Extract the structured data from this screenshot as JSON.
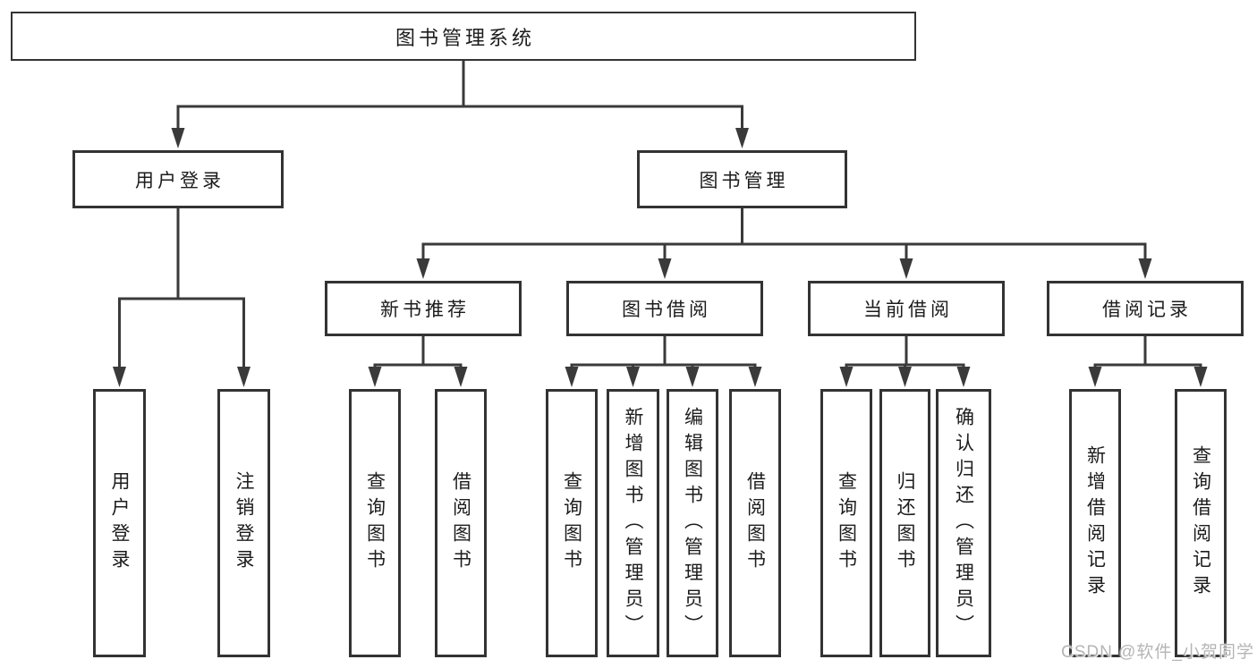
{
  "page": {
    "background": "#ffffff"
  },
  "colors": {
    "line": "#3a3a3a",
    "box_border": "#333333",
    "text": "#1c1c1c",
    "watermark": "#b5b5b5"
  },
  "tree": {
    "label": "图书管理系统",
    "children": [
      {
        "label": "用户登录",
        "children": [
          {
            "label": "用户登录"
          },
          {
            "label": "注销登录"
          }
        ]
      },
      {
        "label": "图书管理",
        "children": [
          {
            "label": "新书推荐",
            "children": [
              {
                "label": "查询图书"
              },
              {
                "label": "借阅图书"
              }
            ]
          },
          {
            "label": "图书借阅",
            "children": [
              {
                "label": "查询图书"
              },
              {
                "label": "新增图书（管理员）"
              },
              {
                "label": "编辑图书（管理员）"
              },
              {
                "label": "借阅图书"
              }
            ]
          },
          {
            "label": "当前借阅",
            "children": [
              {
                "label": "查询图书"
              },
              {
                "label": "归还图书"
              },
              {
                "label": "确认归还（管理员）"
              }
            ]
          },
          {
            "label": "借阅记录",
            "children": [
              {
                "label": "新增借阅记录"
              },
              {
                "label": "查询借阅记录"
              }
            ]
          }
        ]
      }
    ]
  },
  "watermark": {
    "text": "CSDN @软件_小贺同学"
  }
}
